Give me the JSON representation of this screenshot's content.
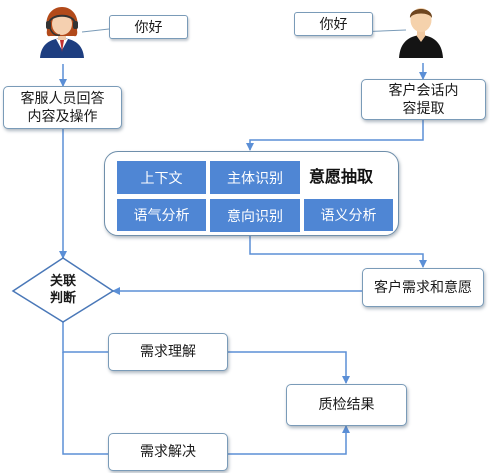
{
  "agent": {
    "bubble_text": "你好",
    "box_text_line1": "客服人员回答",
    "box_text_line2": "内容及操作"
  },
  "customer": {
    "bubble_text": "你好",
    "box_text_line1": "客户会话内",
    "box_text_line2": "容提取"
  },
  "intent_extraction": {
    "title": "意愿抽取",
    "cells": [
      "上下文",
      "主体识别",
      "语气分析",
      "意向识别",
      "语义分析"
    ]
  },
  "customer_needs": "客户需求和意愿",
  "decision": {
    "line1": "关联",
    "line2": "判断"
  },
  "need_understanding": "需求理解",
  "need_resolution": "需求解决",
  "qc_result": "质检结果",
  "colors": {
    "arrow": "#5b8fd6",
    "cell_fill": "#4f86d4",
    "box_border": "#7a9bb8"
  }
}
